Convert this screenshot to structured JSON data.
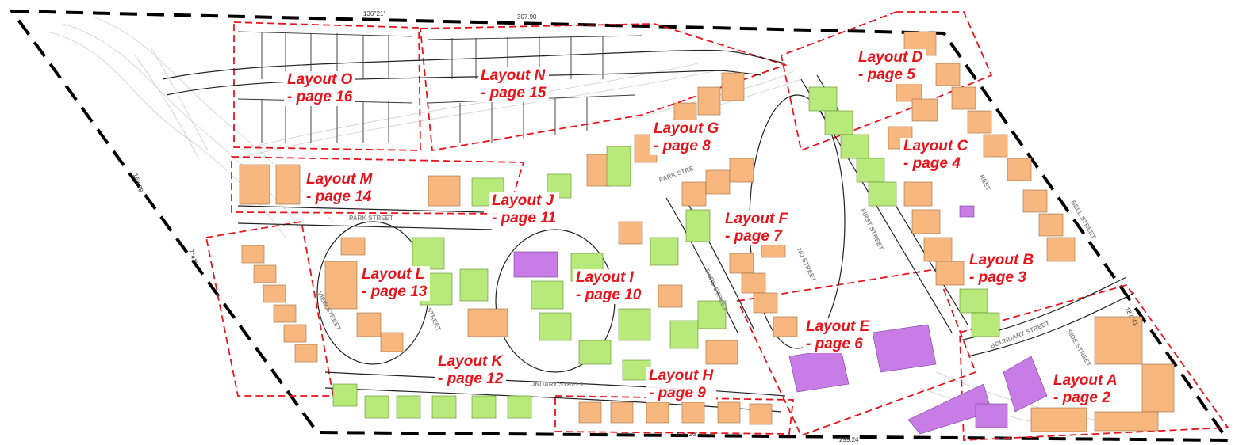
{
  "legend_colors": {
    "boundary": "#000000",
    "layout_outline": "#e8141c",
    "dwelling_orange": "#f7b77f",
    "dwelling_green": "#b7ea7a",
    "dwelling_purple": "#c77ce6",
    "road_line": "#222222",
    "contour": "#c9c9c9"
  },
  "layouts": [
    {
      "name": "Layout A",
      "page": "- page 2"
    },
    {
      "name": "Layout B",
      "page": "- page 3"
    },
    {
      "name": "Layout C",
      "page": "- page 4"
    },
    {
      "name": "Layout D",
      "page": "- page 5"
    },
    {
      "name": "Layout E",
      "page": "- page 6"
    },
    {
      "name": "Layout F",
      "page": "- page 7"
    },
    {
      "name": "Layout G",
      "page": "- page 8"
    },
    {
      "name": "Layout H",
      "page": "- page 9"
    },
    {
      "name": "Layout I",
      "page": "- page 10"
    },
    {
      "name": "Layout J",
      "page": "- page 11"
    },
    {
      "name": "Layout K",
      "page": "- page 12"
    },
    {
      "name": "Layout L",
      "page": "- page 13"
    },
    {
      "name": "Layout M",
      "page": "- page 14"
    },
    {
      "name": "Layout N",
      "page": "- page 15"
    },
    {
      "name": "Layout O",
      "page": "- page 16"
    }
  ],
  "streets": {
    "park_street": "PARK STREET",
    "park_street_2": "PARK STRE",
    "bell_street": "BELL STREET",
    "first_street": "FIRST STREET",
    "third_street": "THIRD STREET",
    "view_street": "VIEW STREET",
    "boundary_street": "BOUNDARY STREET",
    "boundary_street_2": "JNDARY STREET",
    "side_street": "SIDE STREET",
    "reet": "REET",
    "street_fragment": "STREET",
    "nd_street": "ND STREET"
  },
  "dimensions": {
    "top_bearing": "136°21'",
    "top_length": "307.90",
    "left_length": "168.88",
    "left_bearing": "7°41'",
    "bottom_bearing": "316°26'",
    "bottom_length": "299.24",
    "right_bearing": "187°41'"
  }
}
